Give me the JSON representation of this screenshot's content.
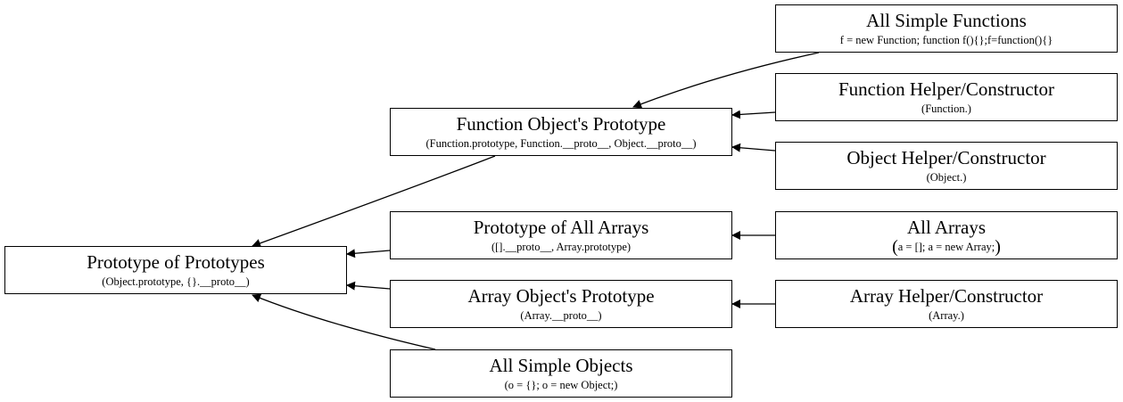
{
  "nodes": {
    "prototype_of_prototypes": {
      "title": "Prototype of Prototypes",
      "subtitle": "(Object.prototype, {}.__proto__)"
    },
    "function_objects_prototype": {
      "title": "Function Object's Prototype",
      "subtitle": "(Function.prototype, Function.__proto__, Object.__proto__)"
    },
    "prototype_of_all_arrays": {
      "title": "Prototype of All Arrays",
      "subtitle": "([].__proto__, Array.prototype)"
    },
    "array_objects_prototype": {
      "title": "Array Object's Prototype",
      "subtitle": "(Array.__proto__)"
    },
    "all_simple_objects": {
      "title": "All Simple Objects",
      "subtitle": "(o = {}; o = new Object;)"
    },
    "all_simple_functions": {
      "title": "All Simple Functions",
      "subtitle": "f = new Function; function f(){};f=function(){}"
    },
    "function_helper_constructor": {
      "title": "Function Helper/Constructor",
      "subtitle": "(Function.)"
    },
    "object_helper_constructor": {
      "title": "Object Helper/Constructor",
      "subtitle": "(Object.)"
    },
    "all_arrays": {
      "title": "All Arrays",
      "subtitle_open": "(",
      "subtitle": "a = []; a = new Array;",
      "subtitle_close": ")"
    },
    "array_helper_constructor": {
      "title": "Array Helper/Constructor",
      "subtitle": "(Array.)"
    }
  }
}
